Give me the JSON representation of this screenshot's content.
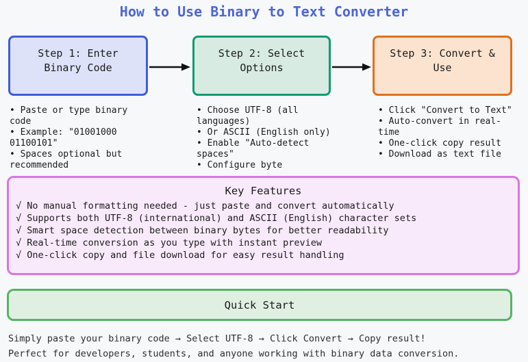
{
  "page": {
    "title": "How to Use Binary to Text Converter"
  },
  "colors": {
    "page_bg": "#f7f8fa",
    "title_color": "#4b66d9",
    "text_color": "#1b1b1b",
    "footer_color": "#2e2e2e",
    "arrow_color": "#111111",
    "step1_border": "#3f5dd8",
    "step1_bg": "#dde2f8",
    "step2_border": "#109b72",
    "step2_bg": "#d8ebe2",
    "step3_border": "#e0701c",
    "step3_bg": "#fbe3cf",
    "features_border": "#da74e4",
    "features_bg": "#f8eafb",
    "quickstart_border": "#54b463",
    "quickstart_bg": "#dff0e2"
  },
  "steps": [
    {
      "title": "Step 1: Enter\nBinary Code",
      "bullets": [
        "• Paste or type binary code",
        "• Example: \"01001000 01100101\"",
        "• Spaces optional but recommended"
      ]
    },
    {
      "title": "Step 2: Select\nOptions",
      "bullets": [
        "• Choose UTF-8 (all languages)",
        "• Or ASCII (English only)",
        "• Enable \"Auto-detect spaces\"",
        "• Configure byte"
      ]
    },
    {
      "title": "Step 3: Convert &\nUse",
      "bullets": [
        "• Click \"Convert to Text\"",
        "• Auto-convert in real-time",
        "• One-click copy result",
        "• Download as text file"
      ]
    }
  ],
  "features": {
    "title": "Key Features",
    "items": [
      "√ No manual formatting needed - just paste and convert automatically",
      "√ Supports both UTF-8 (international) and ASCII (English) character sets",
      "√ Smart space detection between binary bytes for better readability",
      "√ Real-time conversion as you type with instant preview",
      "√ One-click copy and file download for easy result handling"
    ]
  },
  "quick_start": {
    "label": "Quick Start"
  },
  "footer": {
    "line1": "Simply paste your binary code → Select UTF-8 → Click Convert → Copy result!",
    "line2": "Perfect for developers, students, and anyone working with binary data conversion."
  }
}
